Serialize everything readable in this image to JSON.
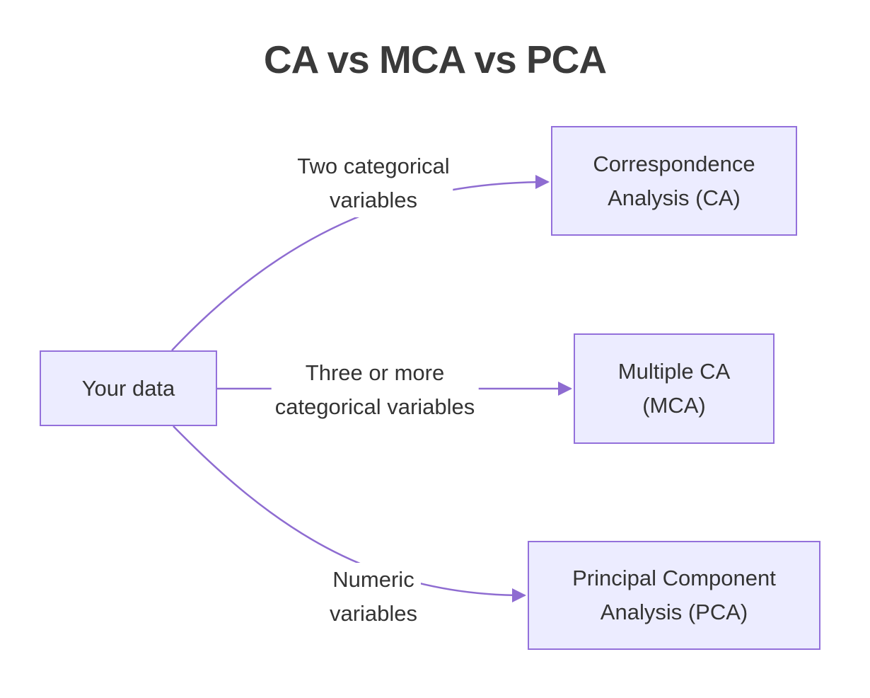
{
  "diagram": {
    "title": "CA vs MCA vs PCA",
    "colors": {
      "background": "#ffffff",
      "node_fill": "#ececff",
      "node_border": "#9370db",
      "edge": "#8e6cd1",
      "text": "#333333"
    },
    "nodes": [
      {
        "id": "your-data",
        "lines": [
          "Your data"
        ]
      },
      {
        "id": "correspondence-analysis",
        "lines": [
          "Correspondence",
          "Analysis (CA)"
        ]
      },
      {
        "id": "multiple-ca",
        "lines": [
          "Multiple CA",
          "(MCA)"
        ]
      },
      {
        "id": "principal-component-analysis",
        "lines": [
          "Principal Component",
          "Analysis (PCA)"
        ]
      }
    ],
    "edges": [
      {
        "from": "your-data",
        "to": "correspondence-analysis",
        "label_lines": [
          "Two categorical",
          "variables"
        ]
      },
      {
        "from": "your-data",
        "to": "multiple-ca",
        "label_lines": [
          "Three or more",
          "categorical variables"
        ]
      },
      {
        "from": "your-data",
        "to": "principal-component-analysis",
        "label_lines": [
          "Numeric",
          "variables"
        ]
      }
    ]
  }
}
